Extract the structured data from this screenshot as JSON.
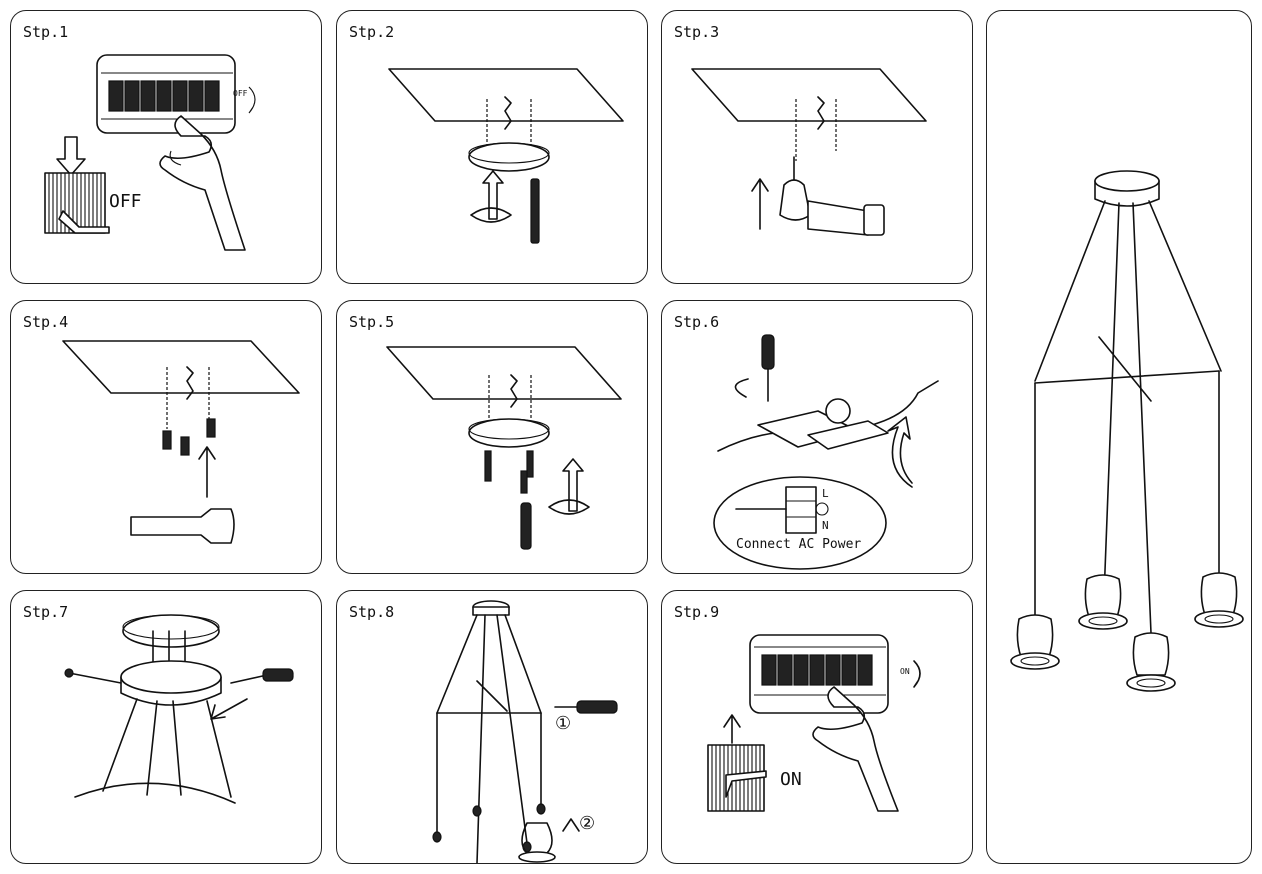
{
  "steps": [
    {
      "label": "Stp.1"
    },
    {
      "label": "Stp.2"
    },
    {
      "label": "Stp.3"
    },
    {
      "label": "Stp.4"
    },
    {
      "label": "Stp.5"
    },
    {
      "label": "Stp.6"
    },
    {
      "label": "Stp.7"
    },
    {
      "label": "Stp.8"
    },
    {
      "label": "Stp.9"
    }
  ],
  "step1": {
    "breaker_off": "OFF",
    "switch_off": "OFF"
  },
  "step6": {
    "caption": "Connect AC Power",
    "terminal_l": "L",
    "terminal_n": "N"
  },
  "step8": {
    "marker_1": "①",
    "marker_2": "②"
  },
  "step9": {
    "breaker_on": "ON",
    "switch_on": "ON"
  }
}
